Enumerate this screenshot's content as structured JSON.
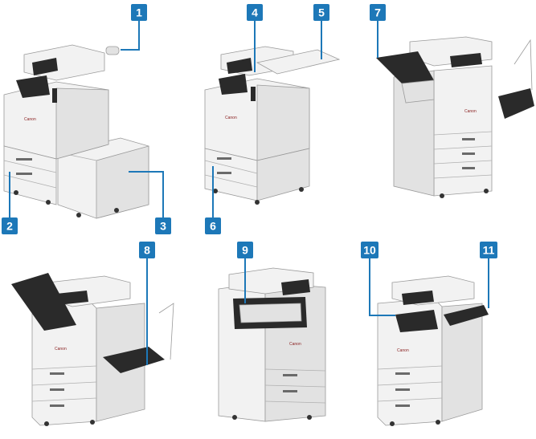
{
  "callouts": [
    {
      "label": "1"
    },
    {
      "label": "2"
    },
    {
      "label": "3"
    },
    {
      "label": "4"
    },
    {
      "label": "5"
    },
    {
      "label": "6"
    },
    {
      "label": "7"
    },
    {
      "label": "8"
    },
    {
      "label": "9"
    },
    {
      "label": "10"
    },
    {
      "label": "11"
    }
  ],
  "brand_text": "Canon",
  "colors": {
    "callout": "#1d78b8",
    "body": "#f2f2f2",
    "dark": "#2a2a2a"
  }
}
